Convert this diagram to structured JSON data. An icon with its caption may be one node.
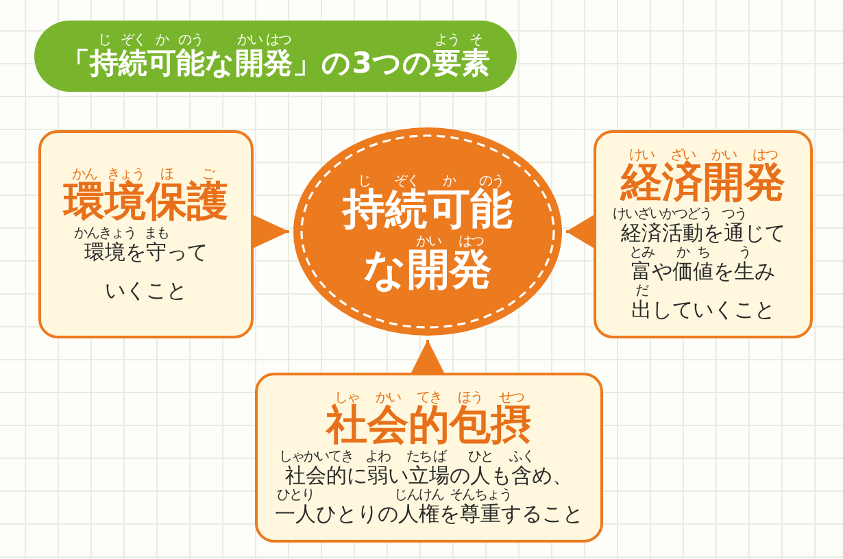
{
  "diagram": {
    "title": "「持続可能な開発」の3つの要素",
    "nodes": [
      {
        "text": [
          "環境保護",
          "環境を守っていくこと"
        ]
      },
      {
        "text": [
          "持続可能な開発"
        ]
      },
      {
        "text": [
          "経済開発",
          "経済活動を通じて富や価値を生み出していくこと"
        ]
      },
      {
        "text": [
          "社会的包摂",
          "社会的に弱い立場の人も含め、一人ひとりの人権を尊重すること"
        ]
      }
    ],
    "edges": [
      {
        "from": 0,
        "to": 1,
        "arrow": "to"
      },
      {
        "from": 2,
        "to": 1,
        "arrow": "to"
      },
      {
        "from": 3,
        "to": 1,
        "arrow": "to"
      }
    ],
    "labels": [
      "じ ぞく か のう かい はつ よう そ",
      "かん きょう ほ ご",
      "かんきょう まも",
      "じ ぞく か のう",
      "かい はつ",
      "けい ざい かい はつ",
      "けいざいかつどう つう",
      "とみ か ち う",
      "だ",
      "しゃ かい てき ほう せつ",
      "しゃかいてき よわ たち ば ひと ふく",
      "ひとり じんけん そんちょう"
    ]
  }
}
